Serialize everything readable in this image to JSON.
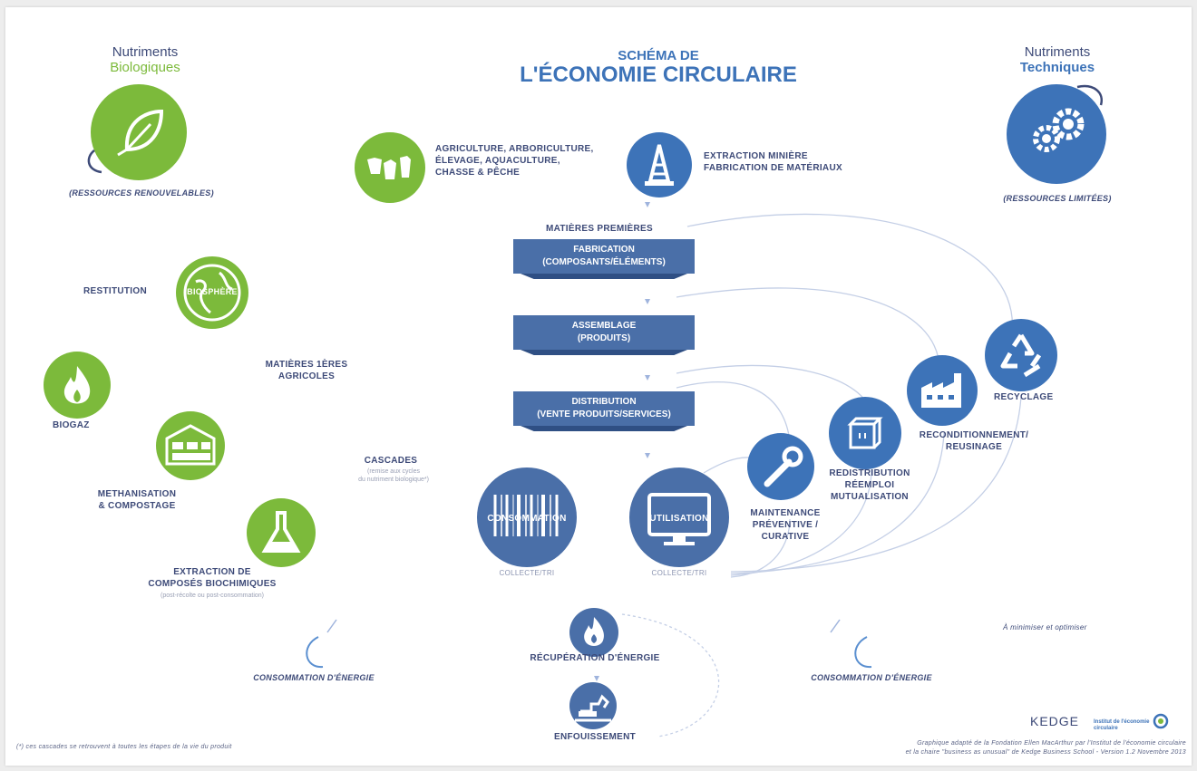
{
  "title": {
    "line1": "SCHÉMA DE",
    "line2": "L'ÉCONOMIE CIRCULAIRE"
  },
  "left_header": {
    "line1": "Nutriments",
    "line2": "Biologiques",
    "subtitle": "(RESSOURCES RENOUVELABLES)"
  },
  "right_header": {
    "line1": "Nutriments",
    "line2": "Techniques",
    "subtitle": "(RESSOURCES LIMITÉES)"
  },
  "sources": {
    "agriculture": "AGRICULTURE, ARBORICULTURE,\nÉLEVAGE, AQUACULTURE,\nCHASSE & PÊCHE",
    "mining": "EXTRACTION MINIÈRE\nFABRICATION DE MATÉRIAUX"
  },
  "flow": {
    "raw_materials": "MATIÈRES PREMIÈRES",
    "fabrication": "FABRICATION\n(COMPOSANTS/ÉLÉMENTS)",
    "assembly": "ASSEMBLAGE\n(PRODUITS)",
    "distribution": "DISTRIBUTION\n(VENTE PRODUITS/SERVICES)",
    "consumption": "CONSOMMATION",
    "usage": "UTILISATION",
    "collect_left": "COLLECTE/TRI",
    "collect_right": "COLLECTE/TRI"
  },
  "bio_cycle": {
    "restitution": "RESTITUTION",
    "biosphere": "BIOSPHÈRE",
    "agri_materials": "MATIÈRES 1ères\nAGRICOLES",
    "biogas": "BIOGAZ",
    "methanisation": "METHANISATION\n& COMPOSTAGE",
    "extraction": "EXTRACTION DE\nCOMPOSÉS BIOCHIMIQUES",
    "extraction_note": "(post-récolte ou post-consommation)",
    "cascades": "CASCADES",
    "cascades_note": "(remise aux cycles\ndu nutriment biologique*)"
  },
  "tech_cycle": {
    "maintenance": "MAINTENANCE\nPRÉVENTIVE /\nCURATIVE",
    "redistribution": "REDISTRIBUTION\nRÉEMPLOI\nMUTUALISATION",
    "refurbish": "RECONDITIONNEMENT/\nREUSINAGE",
    "recycling": "RECYCLAGE"
  },
  "bottom": {
    "energy_left": "CONSOMMATION D'ÉNERGIE",
    "energy_right": "CONSOMMATION D'ÉNERGIE",
    "energy_recovery": "RÉCUPÉRATION D'ÉNERGIE",
    "landfill": "ENFOUISSEMENT",
    "minimize": "À minimiser et optimiser",
    "footnote": "(*) ces cascades se retrouvent à toutes les étapes de la vie du produit",
    "credit1": "Graphique adapté de la Fondation Ellen MacArthur par l'Institut de l'économie circulaire",
    "credit2": "et la chaire \"business as unusual\" de Kedge Business School - Version 1.2 Novembre 2013",
    "logo1": "KEDGE",
    "logo2": "Institut de l'économie circulaire"
  },
  "colors": {
    "green": "#7cba3b",
    "blue": "#3d73b8",
    "text": "#3d4a78",
    "band": "#4a6fa8"
  }
}
